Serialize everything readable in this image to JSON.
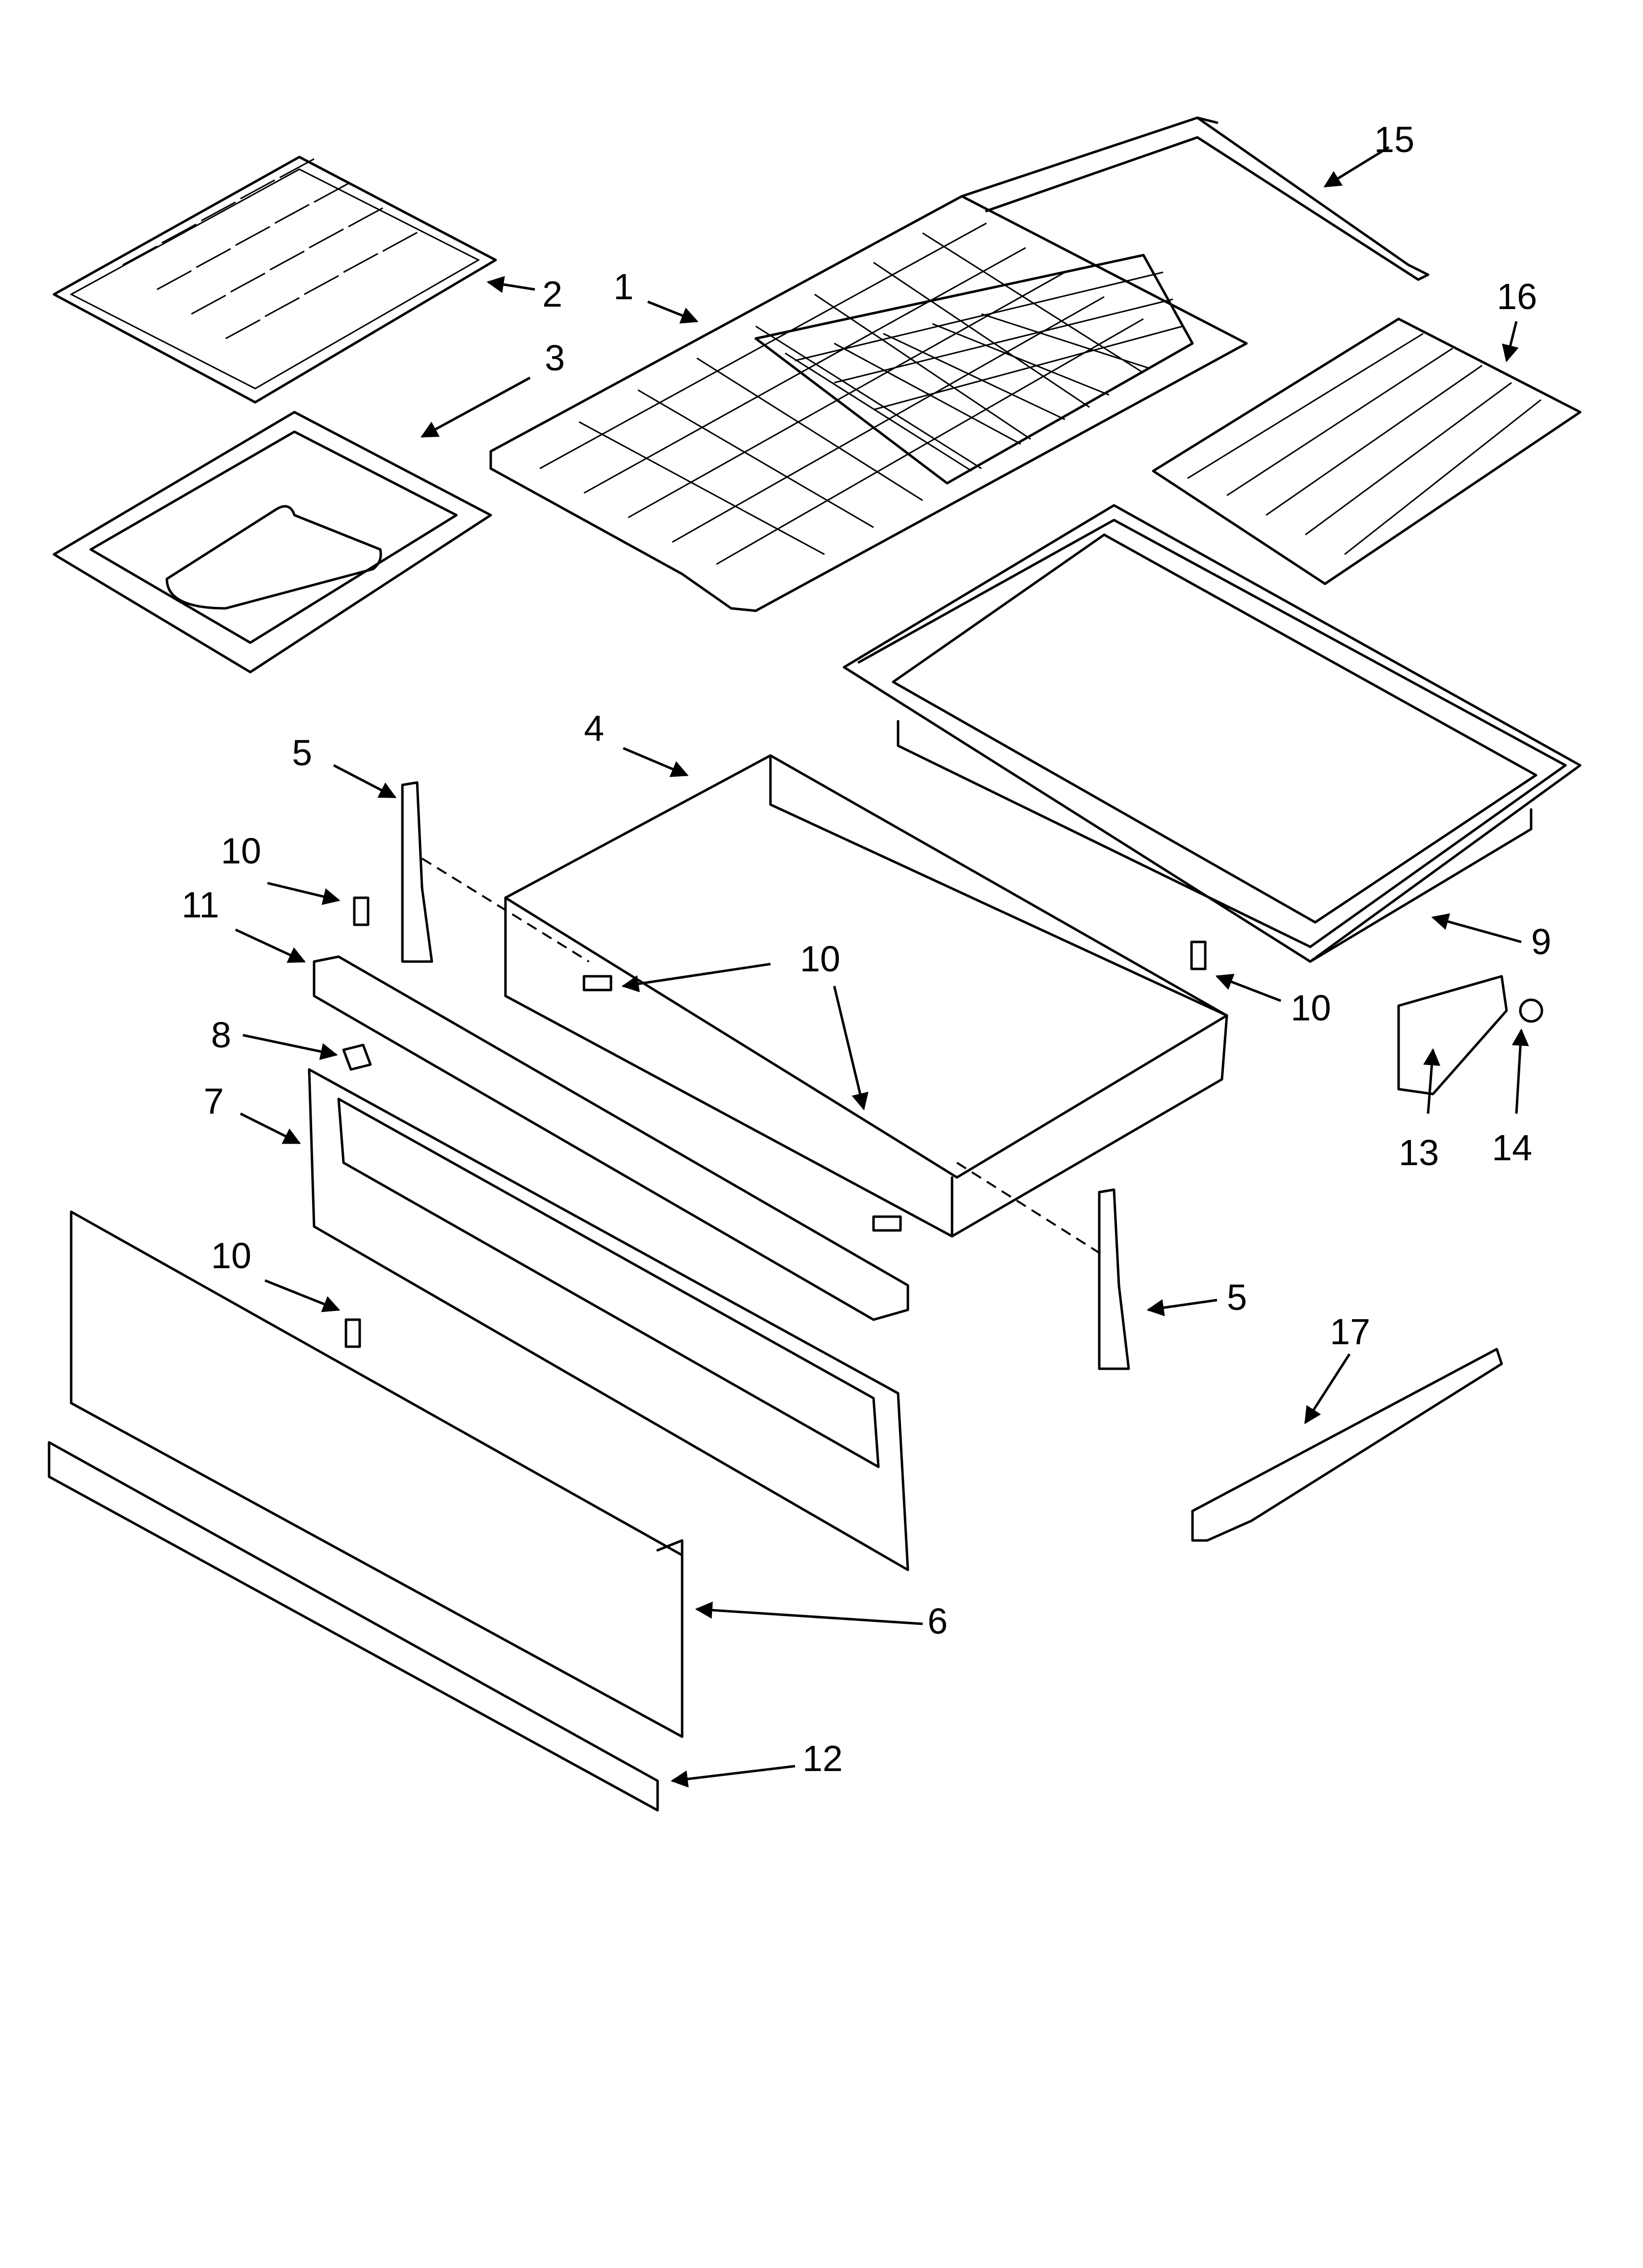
{
  "diagram": {
    "callouts": [
      {
        "id": "c1",
        "label": "1"
      },
      {
        "id": "c2",
        "label": "2"
      },
      {
        "id": "c3",
        "label": "3"
      },
      {
        "id": "c4",
        "label": "4"
      },
      {
        "id": "c5a",
        "label": "5"
      },
      {
        "id": "c5b",
        "label": "5"
      },
      {
        "id": "c6",
        "label": "6"
      },
      {
        "id": "c7",
        "label": "7"
      },
      {
        "id": "c8",
        "label": "8"
      },
      {
        "id": "c9",
        "label": "9"
      },
      {
        "id": "c10a",
        "label": "10"
      },
      {
        "id": "c10b",
        "label": "10"
      },
      {
        "id": "c10c",
        "label": "10"
      },
      {
        "id": "c10d",
        "label": "10"
      },
      {
        "id": "c11",
        "label": "11"
      },
      {
        "id": "c12",
        "label": "12"
      },
      {
        "id": "c13",
        "label": "13"
      },
      {
        "id": "c14",
        "label": "14"
      },
      {
        "id": "c15",
        "label": "15"
      },
      {
        "id": "c16",
        "label": "16"
      },
      {
        "id": "c17",
        "label": "17"
      }
    ]
  }
}
